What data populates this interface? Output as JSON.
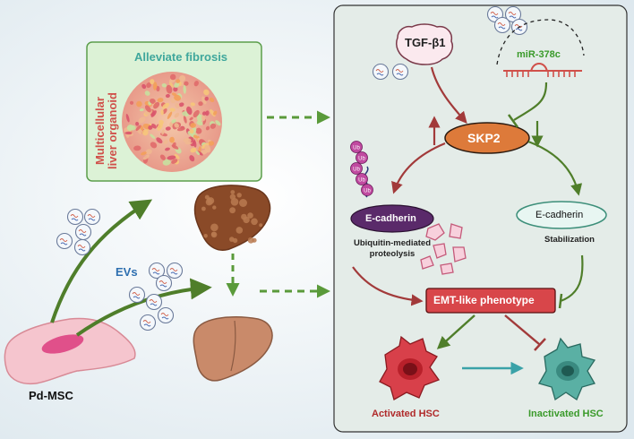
{
  "left": {
    "box_title": "Alleviate fibrosis",
    "organoid_label_line1": "Multicellular",
    "organoid_label_line2": "liver organoid",
    "evs_label": "EVs",
    "cell_label": "Pd-MSC"
  },
  "right": {
    "tgf": "TGF-β1",
    "mirna": "miR-378c",
    "skp2": "SKP2",
    "ecad_left": "E-cadherin",
    "ecad_right": "E-cadherin",
    "ubiquitin_line1": "Ubiquitin-mediated",
    "ubiquitin_line2": "proteolysis",
    "stabilization": "Stabilization",
    "emt": "EMT-like phenotype",
    "activated": "Activated HSC",
    "inactivated": "Inactivated HSC",
    "ub_tag": "Ub"
  },
  "colors": {
    "panel_bg": "#e4ece8",
    "organoid_box_bg": "#dcf2d6",
    "organoid_box_border": "#5c9e4c",
    "teal_text": "#3fa79c",
    "red_text": "#d0504a",
    "green_text": "#3a9a2a",
    "blue_text": "#2e6fb0",
    "skp2_fill": "#dd7a3a",
    "emt_fill": "#d8464a",
    "ecad_dark": "#5a2a6a",
    "ecad_light_border": "#3d8f7a",
    "arrow_red": "#a23a3a",
    "arrow_green": "#4f7e2a",
    "arrow_teal": "#3aa2a8",
    "dashed_green": "#5a9a3a",
    "liver_dark": "#8a4a28",
    "liver_light": "#c98a6a",
    "hsc_active": "#d8404a",
    "hsc_inactive": "#5ab0a4"
  }
}
